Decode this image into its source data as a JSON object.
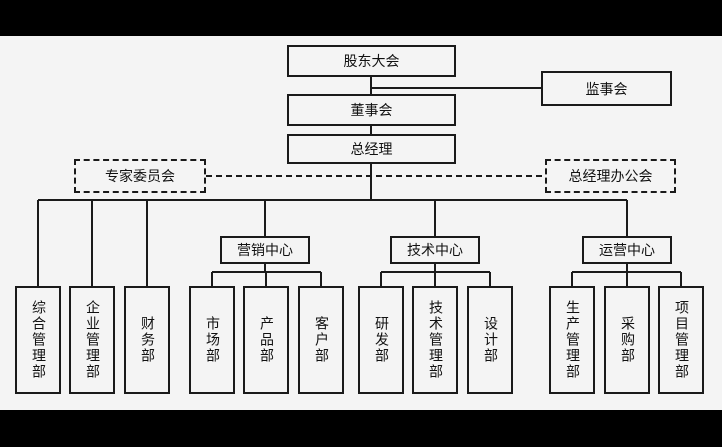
{
  "top": {
    "shareholders": "股东大会",
    "supervisors": "监事会",
    "board": "董事会",
    "gm": "总经理",
    "experts": "专家委员会",
    "gm_office": "总经理办公会"
  },
  "centers": {
    "marketing": "营销中心",
    "tech": "技术中心",
    "ops": "运营中心"
  },
  "departments": [
    "综合管理部",
    "企业管理部",
    "财务部",
    "市场部",
    "产品部",
    "客户部",
    "研发部",
    "技术管理部",
    "设计部",
    "生产管理部",
    "采购部",
    "项目管理部"
  ],
  "colors": {
    "background": "#f4f4f4",
    "line": "#1a1a1a",
    "frame": "#000000"
  }
}
